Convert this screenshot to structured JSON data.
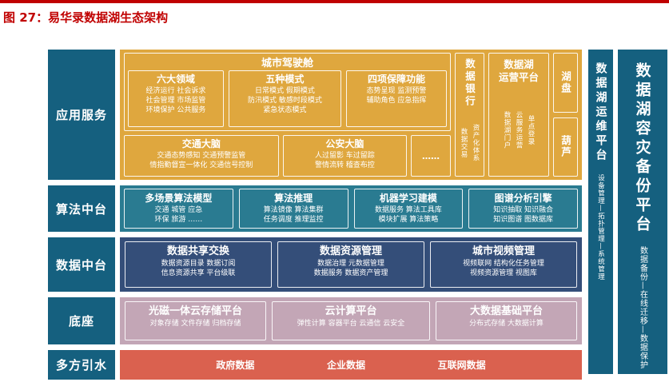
{
  "figure": {
    "title": "图 27：易华录数据湖生态架构"
  },
  "colors": {
    "accent_red": "#c00000",
    "dark_teal": "#15607f",
    "orange": "#dfa73e",
    "teal": "#2a7b91",
    "navy": "#344e79",
    "mauve": "#c3a6b6",
    "red": "#da614f"
  },
  "row_labels": [
    "应用服务",
    "算法中台",
    "数据中台",
    "底座",
    "多方引水"
  ],
  "app": {
    "cockpit_title": "城市驾驶舱",
    "domains": {
      "title": "六大领域",
      "lines": [
        "经济运行  社会诉求",
        "社会管理  市场监管",
        "环境保护  公共服务"
      ]
    },
    "modes": {
      "title": "五种模式",
      "lines": [
        "日常模式  假期模式",
        "防汛模式  敏感时段模式",
        "紧急状态模式"
      ]
    },
    "guarantees": {
      "title": "四项保障功能",
      "lines": [
        "态势呈现  监测预警",
        "辅助角色  应急指挥"
      ]
    },
    "traffic_brain": {
      "title": "交通大脑",
      "lines": [
        "交通态势感知  交通预警监管",
        "情指勤督宣一体化  交通信号控制"
      ]
    },
    "police_brain": {
      "title": "公安大脑",
      "lines": [
        "人过留影  车过留踪",
        "警情流转  稽查布控"
      ]
    },
    "ellipsis": "……",
    "data_bank": {
      "title": "数据银行",
      "items": [
        "资产化体系",
        "数据交易"
      ]
    },
    "ops_platform": {
      "title_line1": "数据湖",
      "title_line2": "运营平台",
      "items": [
        "单点登录",
        "云服务运营",
        "数据湖门户"
      ]
    },
    "lake_disk": "湖盘",
    "gourd": "葫芦"
  },
  "algo": [
    {
      "title": "多场景算法模型",
      "lines": [
        "交通  城管  应急",
        "环保  旅游  ……"
      ]
    },
    {
      "title": "算法推理",
      "lines": [
        "算法镜像  算法集群",
        "任务调度  推理监控"
      ]
    },
    {
      "title": "机器学习建模",
      "lines": [
        "数据服务  算法工具库",
        "模块扩展  算法策略"
      ]
    },
    {
      "title": "图谱分析引擎",
      "lines": [
        "知识抽取  知识融合",
        "知识图谱  图数据库"
      ]
    }
  ],
  "data_layer": [
    {
      "title": "数据共享交换",
      "lines": [
        "数据资源目录  数据订阅",
        "信息资源共享  平台级联"
      ]
    },
    {
      "title": "数据资源管理",
      "lines": [
        "数据治理  元数据管理",
        "数据服务  数据资产管理"
      ]
    },
    {
      "title": "城市视频管理",
      "lines": [
        "视频联网  结构化任务管理",
        "视频资源管理  视图库"
      ]
    }
  ],
  "base_layer": [
    {
      "title": "光磁一体云存储平台",
      "lines": [
        "对象存储  文件存储  归档存储"
      ]
    },
    {
      "title": "云计算平台",
      "lines": [
        "弹性计算  容器平台  云通信  云安全"
      ]
    },
    {
      "title": "大数据基础平台",
      "lines": [
        "分布式存储  大数据计算"
      ]
    }
  ],
  "sources": [
    "政府数据",
    "企业数据",
    "互联网数据"
  ],
  "bars": [
    {
      "title": "数据湖运维平台",
      "sub": "设备管理—拓扑管理—系统管理"
    },
    {
      "title": "数据湖容灾备份平台",
      "sub": "数据备份—在线迁移—数据保护"
    }
  ]
}
